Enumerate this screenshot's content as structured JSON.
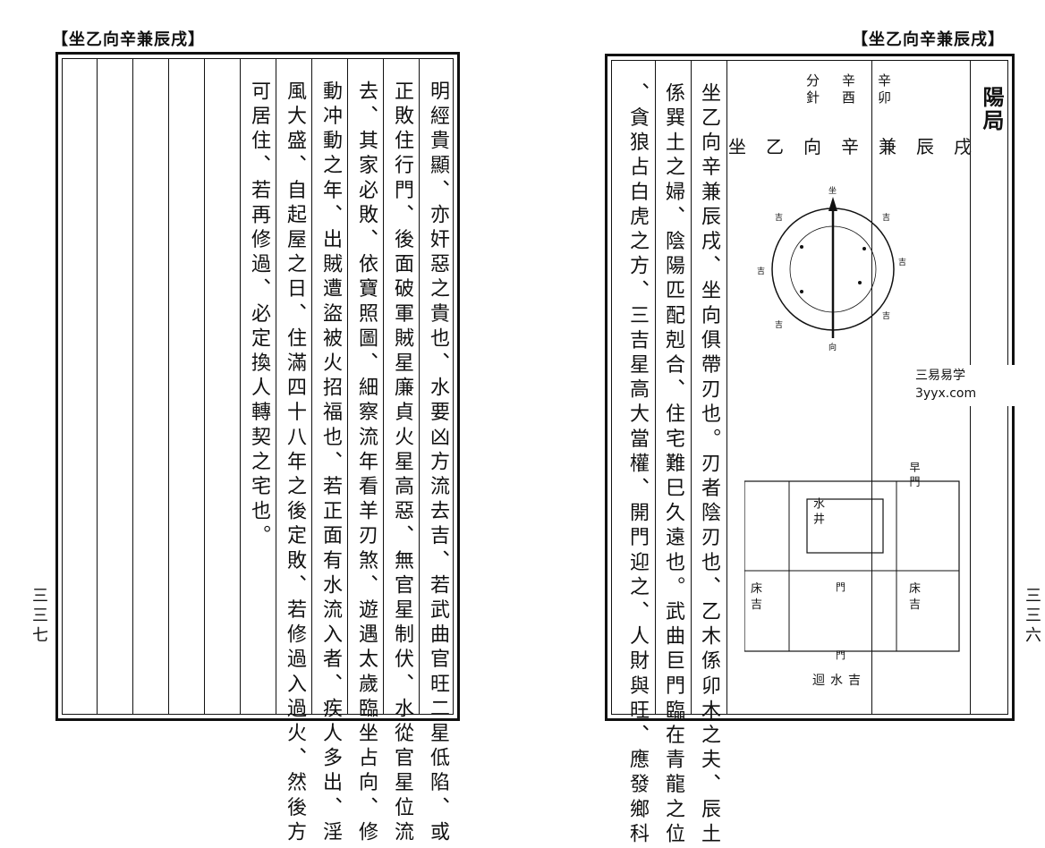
{
  "header": {
    "left_title": "【坐乙向辛兼辰戌】",
    "right_title": "【坐乙向辛兼辰戌】"
  },
  "left_page": {
    "page_number": "三三七",
    "columns": [
      "明經貴顯、亦奸惡之貴也、水要凶方流去吉、若武曲官旺二星低陷、或",
      "正敗住行門、後面破軍賊星廉貞火星高惡、無官星制伏、水從官星位流",
      "去、其家必敗、依寶照圖、細察流年看羊刃煞、遊遇太歲臨坐占向、修",
      "動冲動之年、出賊遭盜被火招福也、若正面有水流入者、疾人多出、淫",
      "風大盛、自起屋之日、住滿四十八年之後定敗、若修過入過火、然後方",
      "可居住、若再修過、必定換人轉契之宅也。"
    ]
  },
  "right_page": {
    "page_number": "三三六",
    "section_label": "陽局",
    "dial_labels": {
      "left_top": "辛",
      "left_bottom": "卯",
      "mid_top": "辛",
      "mid_bottom": "酉",
      "right_top": "分",
      "right_bottom": "針"
    },
    "main_title": "坐乙向辛兼辰戌",
    "columns": [
      "坐乙向辛兼辰戌、坐向俱帶刃也。刃者陰刃也、乙木係卯木之夫、辰土",
      "係巽土之婦、陰陽匹配剋合、住宅難巳久遠也。武曲巨門臨在青龍之位",
      "、貪狼占白虎之方、三吉星高大當權、開門迎之、人財與旺、應發鄉科"
    ],
    "plan": {
      "top_right": "早",
      "top_right_sub": "門",
      "left_label": "床吉",
      "right_label": "床吉",
      "center_label": "門",
      "bottom_center": "門",
      "inner_label": "水井",
      "bottom_caption": "迴水吉"
    },
    "watermark": {
      "line1": "三易易学",
      "line2": "3yyx.com"
    }
  }
}
